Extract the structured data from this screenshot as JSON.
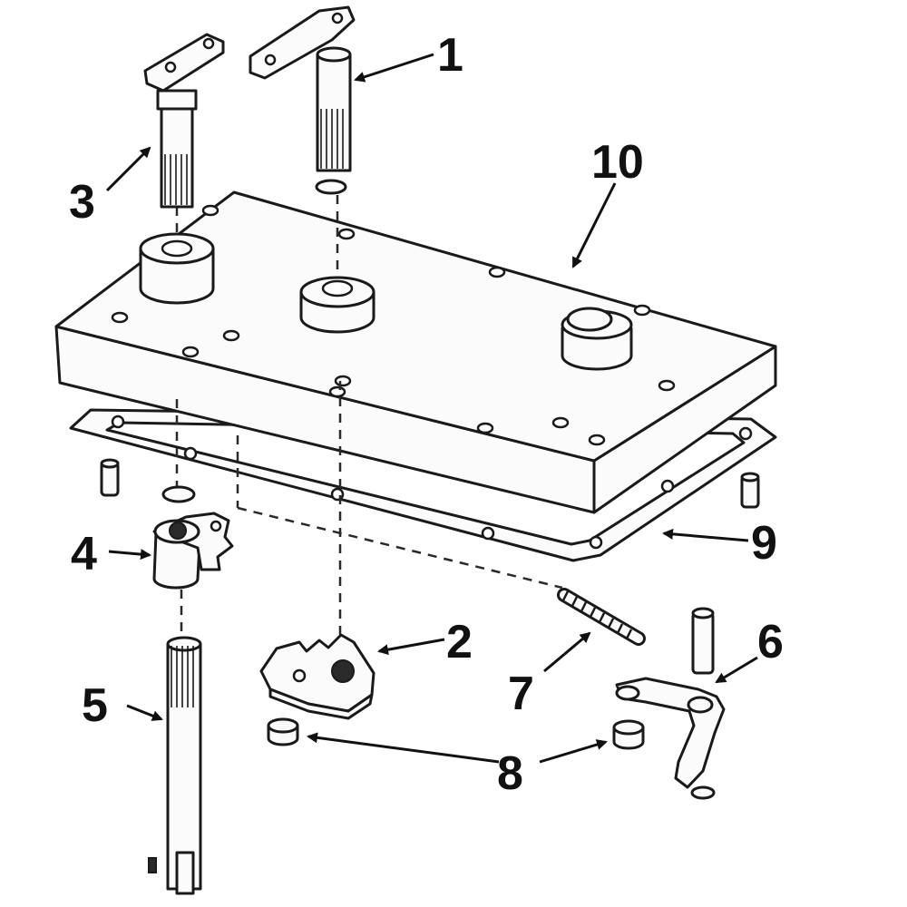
{
  "callouts": [
    {
      "id": "1",
      "text": "1"
    },
    {
      "id": "2",
      "text": "2"
    },
    {
      "id": "3",
      "text": "3"
    },
    {
      "id": "4",
      "text": "4"
    },
    {
      "id": "5",
      "text": "5"
    },
    {
      "id": "6",
      "text": "6"
    },
    {
      "id": "7",
      "text": "7"
    },
    {
      "id": "8",
      "text": "8"
    },
    {
      "id": "9",
      "text": "9"
    },
    {
      "id": "10",
      "text": "10"
    }
  ],
  "colors": {
    "line": "#1a1a1a",
    "fill": "#fbfbfb",
    "background": "#ffffff"
  }
}
